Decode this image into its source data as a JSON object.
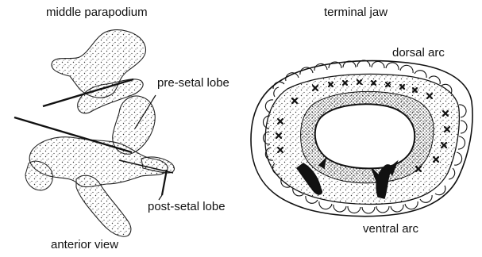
{
  "labels": {
    "left_title": "middle parapodium",
    "right_title": "terminal jaw",
    "pre_setal": "pre-setal lobe",
    "post_setal": "post-setal lobe",
    "anterior_view": "anterior view",
    "dorsal_arc": "dorsal arc",
    "ventral_arc": "ventral arc"
  },
  "colors": {
    "ink": "#111111",
    "stipple": "#333333",
    "background": "#ffffff"
  }
}
